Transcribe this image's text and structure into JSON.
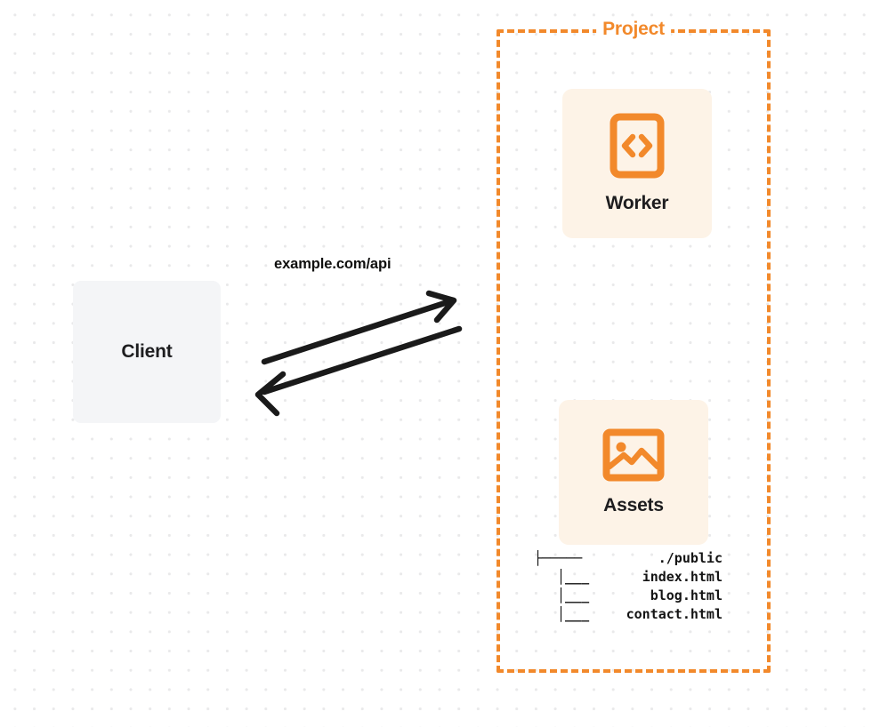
{
  "diagram": {
    "title": "Client to Project (Worker + Assets) request flow",
    "background": {
      "dot_color": "#e9e9ea",
      "page_color": "#ffffff"
    },
    "colors": {
      "accent_orange": "#f2892b",
      "card_cream": "#fdf3e7",
      "client_gray": "#f4f5f7",
      "text_dark": "#1d1d1f",
      "arrow_black": "#1a1a1a"
    },
    "client": {
      "label": "Client",
      "icon": "none"
    },
    "connection": {
      "label": "example.com/api",
      "request_direction": "client-to-project",
      "response_direction": "project-to-client",
      "arrow_count": 2
    },
    "project": {
      "label": "Project",
      "border_style": "dashed",
      "cards": [
        {
          "label": "Worker",
          "icon": "code-brackets-icon"
        },
        {
          "label": "Assets",
          "icon": "image-icon"
        }
      ],
      "file_tree": {
        "root": {
          "branch": "├─────",
          "name": "./public"
        },
        "children": [
          {
            "branch": "│___",
            "name": "index.html"
          },
          {
            "branch": "│___",
            "name": "blog.html"
          },
          {
            "branch": "│___",
            "name": "contact.html"
          }
        ]
      }
    }
  }
}
